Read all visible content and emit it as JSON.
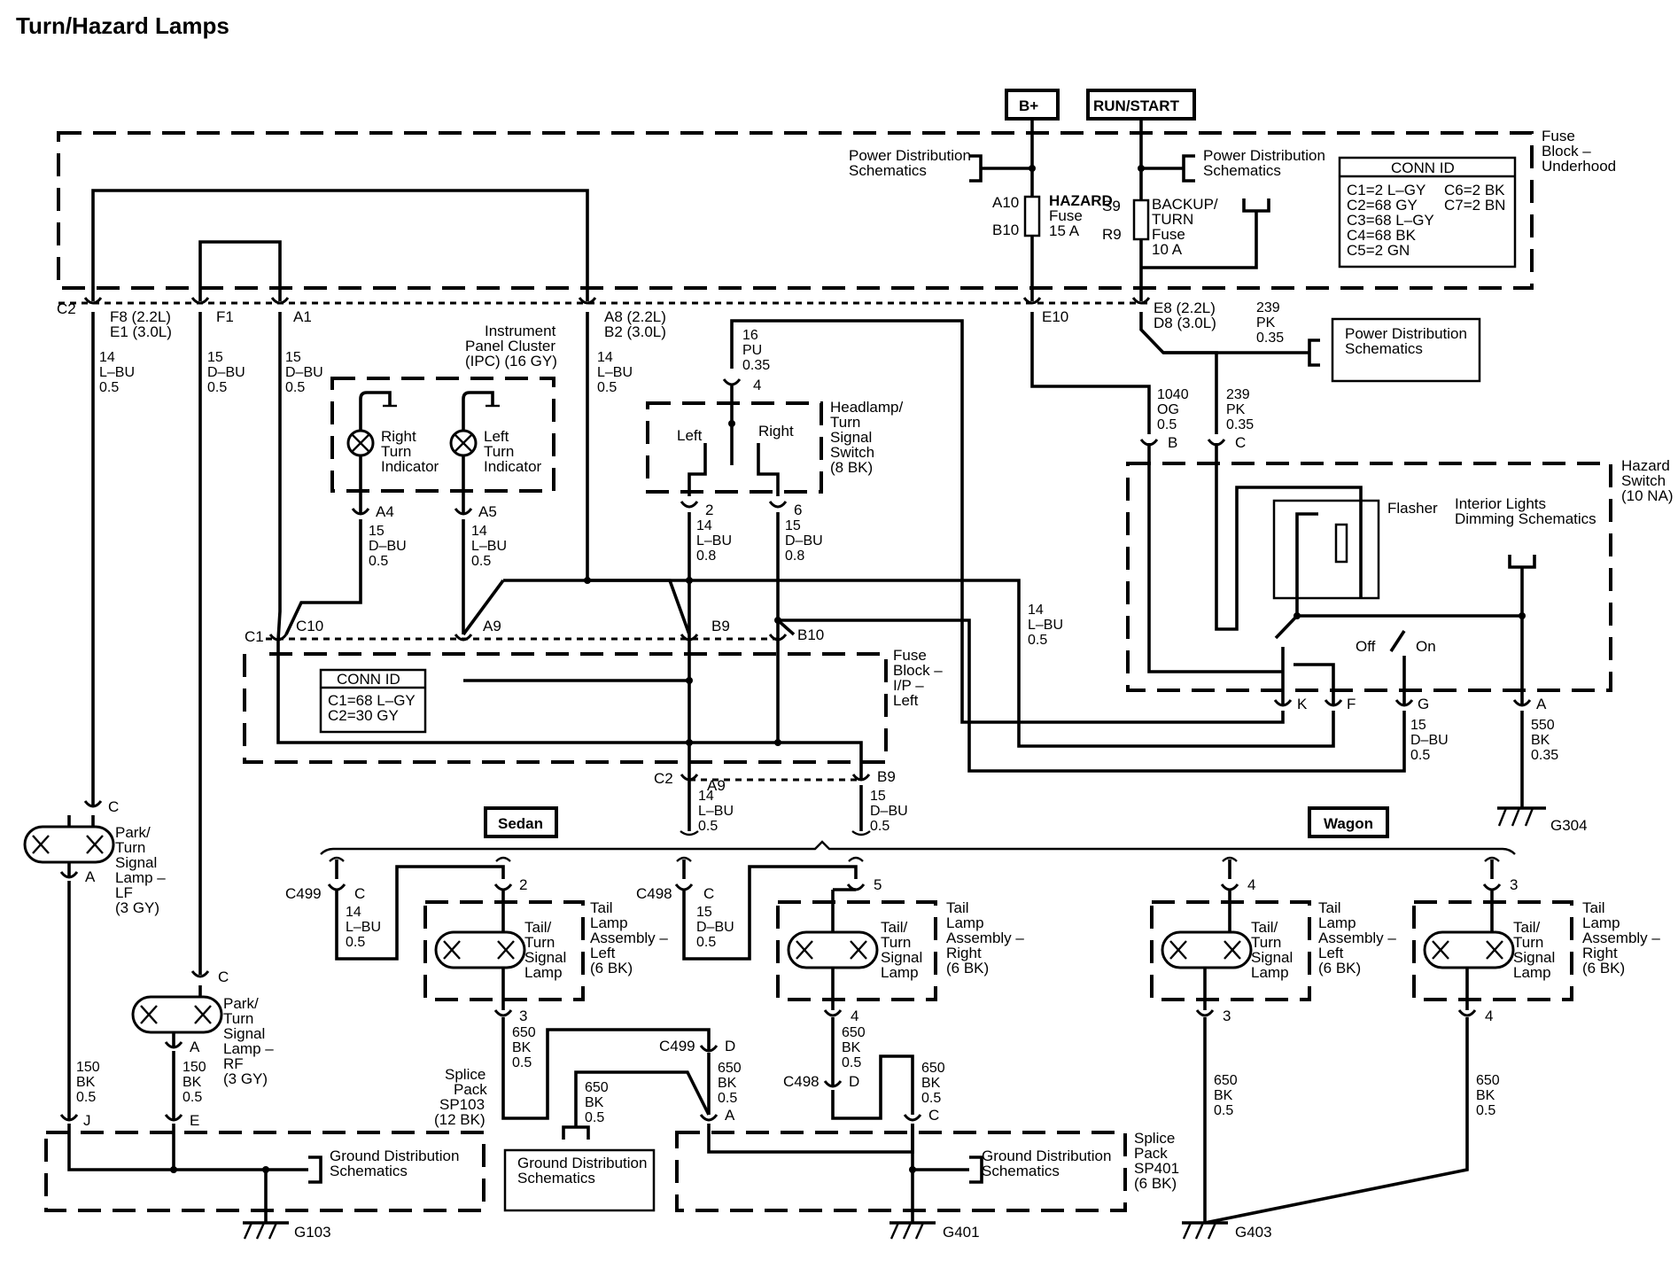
{
  "title": "Turn/Hazard Lamps",
  "power": {
    "bplus": "B+",
    "run_start": "RUN/START"
  },
  "fuse_block_uh": {
    "label": [
      "Fuse",
      "Block –",
      "Underhood"
    ],
    "conn_id_title": "CONN ID",
    "conn_id_left": [
      "C1=2 L–GY",
      "C2=68 GY",
      "C3=68 L–GY",
      "C4=68 BK",
      "C5=2 GN"
    ],
    "conn_id_right": [
      "C6=2 BK",
      "C7=2 BN"
    ],
    "pds_left": [
      "Power Distribution",
      "Schematics"
    ],
    "pds_right": [
      "Power Distribution",
      "Schematics"
    ],
    "hazard_fuse": {
      "top": "A10",
      "bottom": "B10",
      "name": [
        "HAZARD",
        "Fuse",
        "15 A"
      ]
    },
    "turn_fuse": {
      "top": "S9",
      "bottom": "R9",
      "name": [
        "BACKUP/",
        "TURN",
        "Fuse",
        "10 A"
      ]
    },
    "pins": {
      "c2": "C2",
      "f8": [
        "F8 (2.2L)",
        "E1 (3.0L)"
      ],
      "f1": "F1",
      "a1": "A1",
      "a8": [
        "A8 (2.2L)",
        "B2 (3.0L)"
      ],
      "e10": "E10",
      "e8": [
        "E8 (2.2L)",
        "D8 (3.0L)"
      ]
    }
  },
  "wires": {
    "w_lf": [
      "14",
      "L–BU",
      "0.5"
    ],
    "w_rf": [
      "15",
      "D–BU",
      "0.5"
    ],
    "w_a1": [
      "15",
      "D–BU",
      "0.5"
    ],
    "w_a8": [
      "14",
      "L–BU",
      "0.5"
    ],
    "w_pu": [
      "16",
      "PU",
      "0.35"
    ],
    "w_239_top": [
      "239",
      "PK",
      "0.35"
    ],
    "w_1040": [
      "1040",
      "OG",
      "0.5"
    ],
    "w_239": [
      "239",
      "PK",
      "0.35"
    ],
    "w_a4": [
      "15",
      "D–BU",
      "0.5"
    ],
    "w_a5": [
      "14",
      "L–BU",
      "0.5"
    ],
    "w_2": [
      "14",
      "L–BU",
      "0.8"
    ],
    "w_6": [
      "15",
      "D–BU",
      "0.8"
    ],
    "w_long": [
      "14",
      "L–BU",
      "0.5"
    ],
    "w_g": [
      "15",
      "D–BU",
      "0.5"
    ],
    "w_550": [
      "550",
      "BK",
      "0.35"
    ],
    "w_a9": [
      "14",
      "L–BU",
      "0.5"
    ],
    "w_b9": [
      "15",
      "D–BU",
      "0.5"
    ],
    "w_c499": [
      "14",
      "L–BU",
      "0.5"
    ],
    "w_c498": [
      "15",
      "D–BU",
      "0.5"
    ],
    "w_150a": [
      "150",
      "BK",
      "0.5"
    ],
    "w_150b": [
      "150",
      "BK",
      "0.5"
    ],
    "w_650_3": [
      "650",
      "BK",
      "0.5"
    ],
    "w_650_d": [
      "650",
      "BK",
      "0.5"
    ],
    "w_650_gd": [
      "650",
      "BK",
      "0.5"
    ],
    "w_650_4": [
      "650",
      "BK",
      "0.5"
    ],
    "w_650_c": [
      "650",
      "BK",
      "0.5"
    ],
    "w_650_w3": [
      "650",
      "BK",
      "0.5"
    ],
    "w_650_w4": [
      "650",
      "BK",
      "0.5"
    ]
  },
  "pds_box": [
    "Power Distribution",
    "Schematics"
  ],
  "ipc": {
    "label": [
      "Instrument",
      "Panel Cluster",
      "(IPC) (16 GY)"
    ],
    "right_ind": [
      "Right",
      "Turn",
      "Indicator"
    ],
    "left_ind": [
      "Left",
      "Turn",
      "Indicator"
    ],
    "pin_a4": "A4",
    "pin_a5": "A5"
  },
  "headlamp_switch": {
    "label": [
      "Headlamp/",
      "Turn",
      "Signal",
      "Switch",
      "(8 BK)"
    ],
    "left": "Left",
    "right": "Right",
    "pin_4": "4",
    "pin_2": "2",
    "pin_6": "6"
  },
  "hazard_switch": {
    "label": [
      "Hazard",
      "Switch",
      "(10 NA)"
    ],
    "flasher": "Flasher",
    "interior": [
      "Interior Lights",
      "Dimming Schematics"
    ],
    "off": "Off",
    "on": "On",
    "pins": {
      "b": "B",
      "c": "C",
      "k": "K",
      "f": "F",
      "g": "G",
      "a": "A"
    }
  },
  "fuse_block_ip": {
    "label": [
      "Fuse",
      "Block –",
      "I/P –",
      "Left"
    ],
    "conn_id_title": "CONN ID",
    "conn_id": [
      "C1=68 L–GY",
      "C2=30 GY"
    ],
    "pins": {
      "c1": "C1",
      "c10": "C10",
      "a9": "A9",
      "b9": "B9",
      "b10": "B10",
      "c2": "C2",
      "a9b": "A9",
      "b9b": "B9"
    }
  },
  "variants": {
    "sedan": "Sedan",
    "wagon": "Wagon"
  },
  "lamps": {
    "park_lf": {
      "label": [
        "Park/",
        "Turn",
        "Signal",
        "Lamp –",
        "LF",
        "(3 GY)"
      ],
      "pin_c": "C",
      "pin_a": "A"
    },
    "park_rf": {
      "label": [
        "Park/",
        "Turn",
        "Signal",
        "Lamp –",
        "RF",
        "(3 GY)"
      ],
      "pin_c": "C",
      "pin_a": "A"
    },
    "tail_sl": {
      "label": [
        "Tail",
        "Lamp",
        "Assembly –",
        "Left",
        "(6 BK)"
      ],
      "bulb": [
        "Tail/",
        "Turn",
        "Signal",
        "Lamp"
      ],
      "pin_top": "2",
      "pin_bot": "3"
    },
    "tail_sr": {
      "label": [
        "Tail",
        "Lamp",
        "Assembly –",
        "Right",
        "(6 BK)"
      ],
      "bulb": [
        "Tail/",
        "Turn",
        "Signal",
        "Lamp"
      ],
      "pin_top": "5",
      "pin_bot": "4"
    },
    "tail_wl": {
      "label": [
        "Tail",
        "Lamp",
        "Assembly –",
        "Left",
        "(6 BK)"
      ],
      "bulb": [
        "Tail/",
        "Turn",
        "Signal",
        "Lamp"
      ],
      "pin_top": "4",
      "pin_bot": "3"
    },
    "tail_wr": {
      "label": [
        "Tail",
        "Lamp",
        "Assembly –",
        "Right",
        "(6 BK)"
      ],
      "bulb": [
        "Tail/",
        "Turn",
        "Signal",
        "Lamp"
      ],
      "pin_top": "3",
      "pin_bot": "4"
    }
  },
  "connectors": {
    "c499": "C499",
    "c499_pin": "C",
    "c498": "C498",
    "c498_pin": "C",
    "c499b": "C499",
    "c499b_pin": "D",
    "c498b": "C498",
    "c498b_pin": "D"
  },
  "ground_lf_pins": {
    "j": "J",
    "e": "E"
  },
  "gds_left": [
    "Ground Distribution",
    "Schematics"
  ],
  "gds_mid": [
    "Ground Distribution",
    "Schematics"
  ],
  "gds_right": [
    "Ground Distribution",
    "Schematics"
  ],
  "splice_sp103": {
    "label": [
      "Splice",
      "Pack",
      "SP103",
      "(12 BK)"
    ],
    "pin_a": "A"
  },
  "splice_sp401": {
    "label": [
      "Splice",
      "Pack",
      "SP401",
      "(6 BK)"
    ],
    "pin_c": "C"
  },
  "grounds": {
    "g103": "G103",
    "g401": "G401",
    "g403": "G403",
    "g304": "G304"
  }
}
